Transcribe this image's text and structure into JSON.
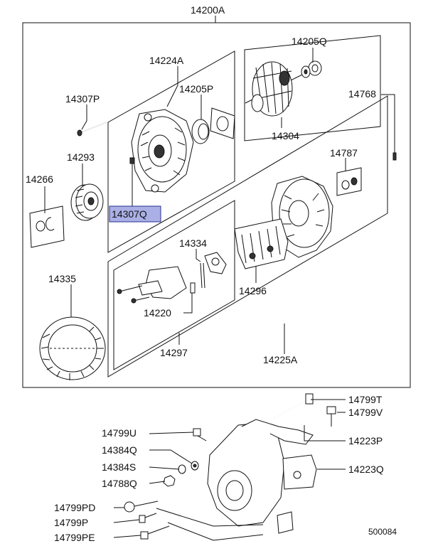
{
  "labels": {
    "p14200A": "14200A",
    "p14224A": "14224A",
    "p14205Q": "14205Q",
    "p14307P": "14307P",
    "p14205P": "14205P",
    "p14768": "14768",
    "p14304": "14304",
    "p14293": "14293",
    "p14787": "14787",
    "p14266": "14266",
    "p14307Q": "14307Q",
    "p14334": "14334",
    "p14335": "14335",
    "p14296": "14296",
    "p14220": "14220",
    "p14297": "14297",
    "p14225A": "14225A",
    "p14799T": "14799T",
    "p14799V": "14799V",
    "p14799U": "14799U",
    "p14223P": "14223P",
    "p14384Q": "14384Q",
    "p14384S": "14384S",
    "p14223Q": "14223Q",
    "p14788Q": "14788Q",
    "p14799PD": "14799PD",
    "p14799P": "14799P",
    "p14799PE": "14799PE",
    "diagram_code": "500084"
  },
  "highlight": {
    "part": "14307Q",
    "color": "#aab0e6"
  }
}
